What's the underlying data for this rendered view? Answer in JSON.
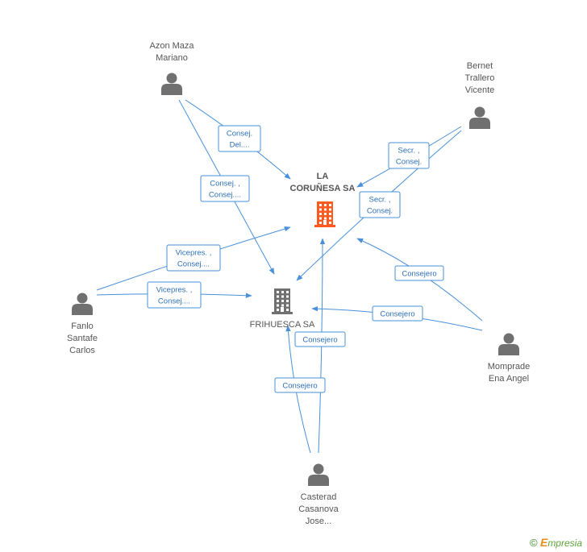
{
  "companies": [
    {
      "id": "lacoruna",
      "lines": [
        "LA",
        "CORUÑESA SA"
      ],
      "color": "#ff5a1f",
      "bold": true
    },
    {
      "id": "frihuesca",
      "lines": [
        "FRIHUESCA SA"
      ],
      "color": "#707070",
      "bold": false
    }
  ],
  "persons": [
    {
      "id": "azon",
      "lines": [
        "Azon Maza",
        "Mariano"
      ]
    },
    {
      "id": "bernet",
      "lines": [
        "Bernet",
        "Trallero",
        "Vicente"
      ]
    },
    {
      "id": "fanlo",
      "lines": [
        "Fanlo",
        "Santafe",
        "Carlos"
      ]
    },
    {
      "id": "momprade",
      "lines": [
        "Momprade",
        "Ena Angel"
      ]
    },
    {
      "id": "casterad",
      "lines": [
        "Casterad",
        "Casanova",
        "Jose..."
      ]
    }
  ],
  "edges": [
    {
      "id": "azon-lacoruna",
      "label": [
        "Consej.",
        "Del...."
      ]
    },
    {
      "id": "azon-frihuesca",
      "label": [
        "Consej. ,",
        "Consej...."
      ]
    },
    {
      "id": "bernet-lacoruna",
      "label": [
        "Secr. ,",
        "Consej."
      ]
    },
    {
      "id": "bernet-frihuesca",
      "label": [
        "Secr. ,",
        "Consej."
      ]
    },
    {
      "id": "fanlo-lacoruna",
      "label": [
        "Vicepres. ,",
        "Consej...."
      ]
    },
    {
      "id": "fanlo-frihuesca",
      "label": [
        "Vicepres. ,",
        "Consej...."
      ]
    },
    {
      "id": "momprade-lacoruna",
      "label": [
        "Consejero"
      ]
    },
    {
      "id": "momprade-frihuesca",
      "label": [
        "Consejero"
      ]
    },
    {
      "id": "casterad-lacoruna",
      "label": [
        "Consejero"
      ]
    },
    {
      "id": "casterad-frihuesca",
      "label": [
        "Consejero"
      ]
    }
  ],
  "copyright": {
    "symbol": "©",
    "brand_initial": "E",
    "brand_rest": "mpresia"
  },
  "icons": {
    "person": "person-icon",
    "company": "building-icon"
  },
  "colors": {
    "edge": "#4a90d9",
    "label_text": "#2f6fb5",
    "person": "#707070"
  }
}
